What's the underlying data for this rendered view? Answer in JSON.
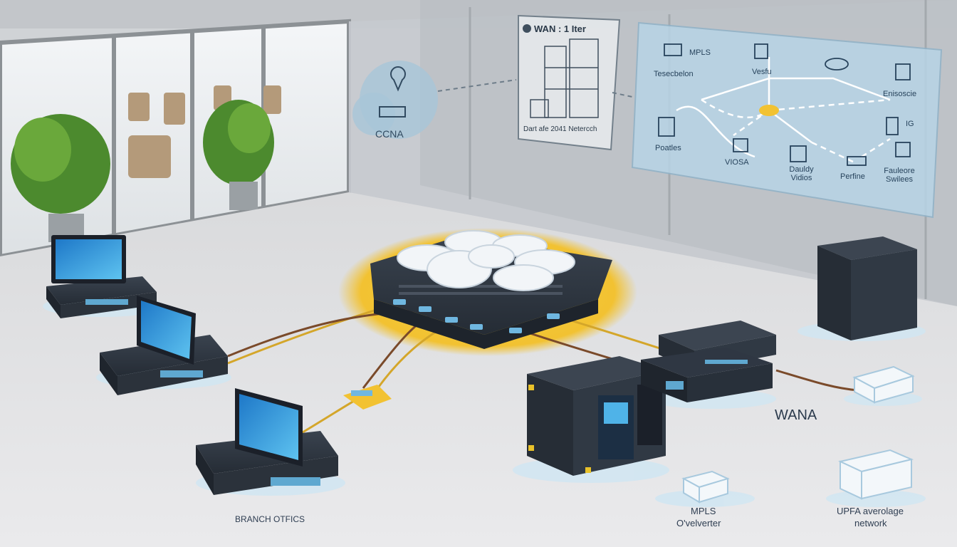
{
  "cloud_icon": {
    "label": "CCNA",
    "icon": "location-pin-icon"
  },
  "wan_panel": {
    "title": "WAN : 1 Iter",
    "caption": "Dart afe 2041 Netercch"
  },
  "topology_panel": {
    "nodes": [
      {
        "label": "Tesecbelon",
        "icon": "laptop-icon"
      },
      {
        "label": "MPLS",
        "icon": "laptop-icon"
      },
      {
        "label": "Vesfu",
        "icon": "device-icon"
      },
      {
        "label": "Enisoscie",
        "icon": "monitor-icon"
      },
      {
        "label": "Poatles",
        "icon": "server-icon"
      },
      {
        "label": "VIOSA",
        "icon": "bird-icon"
      },
      {
        "label": "Dauldy Vidios",
        "icon": "monitor-icon"
      },
      {
        "label": "Perfine",
        "icon": "router-icon"
      },
      {
        "label": "Fauleore Swilees",
        "icon": "monitor-icon"
      },
      {
        "label": "IG",
        "icon": "server-icon"
      }
    ]
  },
  "floor_labels": {
    "branch_offices": "BRANCH OTFICS",
    "wana": "WANA",
    "mpls": "MPLS",
    "mpls_sub": "O'velverter",
    "upfa": "UPFA averolage",
    "upfa_sub": "network"
  },
  "colors": {
    "accent_yellow": "#f2c232",
    "panel_blue": "#9fc4dc",
    "device_dark": "#2c3440"
  }
}
